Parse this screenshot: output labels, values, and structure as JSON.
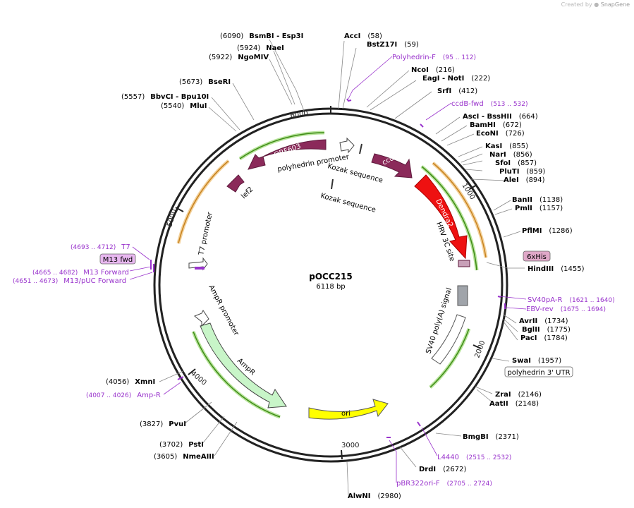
{
  "credit": {
    "prefix": "Created by",
    "brand": "SnapGene"
  },
  "plasmid": {
    "name": "pOCC215",
    "length_label": "6118 bp",
    "total_bp": 6118
  },
  "tick_labels": [
    "1000",
    "2000",
    "3000",
    "4000",
    "5000",
    "6000"
  ],
  "colors": {
    "enzyme_text": "#000000",
    "primer": "#9933cc",
    "orf_and_lef": "#8b2a5a",
    "ccdb": "#8b2a5a",
    "dendra": "#ee1111",
    "ampr": "#c8f5c8",
    "ori": "#ffff00",
    "orf_shadow": "#8fd16a",
    "promoter_arc": "#e8a640",
    "sv40": "#a0a4aa",
    "his_tag_fill": "#e0a8c8",
    "m13_fill": "#e8b8f0"
  },
  "enzymes": [
    {
      "name": "BsmBI - Esp3I",
      "pos": "(6090)"
    },
    {
      "name": "NaeI",
      "pos": "(5924)"
    },
    {
      "name": "NgoMIV",
      "pos": "(5922)"
    },
    {
      "name": "BseRI",
      "pos": "(5673)"
    },
    {
      "name": "BbvCI - Bpu10I",
      "pos": "(5557)"
    },
    {
      "name": "MluI",
      "pos": "(5540)"
    },
    {
      "name": "AccI",
      "pos": "(58)"
    },
    {
      "name": "BstZ17I",
      "pos": "(59)"
    },
    {
      "name": "NcoI",
      "pos": "(216)"
    },
    {
      "name": "EagI - NotI",
      "pos": "(222)"
    },
    {
      "name": "SrfI",
      "pos": "(412)"
    },
    {
      "name": "AscI - BssHII",
      "pos": "(664)"
    },
    {
      "name": "BamHI",
      "pos": "(672)"
    },
    {
      "name": "EcoNI",
      "pos": "(726)"
    },
    {
      "name": "KasI",
      "pos": "(855)"
    },
    {
      "name": "NarI",
      "pos": "(856)"
    },
    {
      "name": "SfoI",
      "pos": "(857)"
    },
    {
      "name": "PluTI",
      "pos": "(859)"
    },
    {
      "name": "AleI",
      "pos": "(894)"
    },
    {
      "name": "BanII",
      "pos": "(1138)"
    },
    {
      "name": "PmlI",
      "pos": "(1157)"
    },
    {
      "name": "PflMI",
      "pos": "(1286)"
    },
    {
      "name": "HindIII",
      "pos": "(1455)"
    },
    {
      "name": "AvrII",
      "pos": "(1734)"
    },
    {
      "name": "BglII",
      "pos": "(1775)"
    },
    {
      "name": "PacI",
      "pos": "(1784)"
    },
    {
      "name": "SwaI",
      "pos": "(1957)"
    },
    {
      "name": "ZraI",
      "pos": "(2146)"
    },
    {
      "name": "AatII",
      "pos": "(2148)"
    },
    {
      "name": "BmgBI",
      "pos": "(2371)"
    },
    {
      "name": "DrdI",
      "pos": "(2672)"
    },
    {
      "name": "AlwNI",
      "pos": "(2980)"
    },
    {
      "name": "XmnI",
      "pos": "(4056)"
    },
    {
      "name": "PvuI",
      "pos": "(3827)"
    },
    {
      "name": "PstI",
      "pos": "(3702)"
    },
    {
      "name": "NmeAIII",
      "pos": "(3605)"
    }
  ],
  "primers": [
    {
      "name": "Polyhedrin-F",
      "range": "(95 .. 112)"
    },
    {
      "name": "ccdB-fwd",
      "range": "(513 .. 532)"
    },
    {
      "name": "SV40pA-R",
      "range": "(1621 .. 1640)"
    },
    {
      "name": "EBV-rev",
      "range": "(1675 .. 1694)"
    },
    {
      "name": "L4440",
      "range": "(2515 .. 2532)"
    },
    {
      "name": "pBR322ori-F",
      "range": "(2705 .. 2724)"
    },
    {
      "name": "Amp-R",
      "range": "(4007 .. 4026)"
    },
    {
      "name": "T7",
      "range": "(4693 .. 4712)"
    },
    {
      "name": "M13 Forward",
      "range": "(4665 .. 4682)"
    },
    {
      "name": "M13/pUC Forward",
      "range": "(4651 .. 4673)"
    }
  ],
  "boxed_labels": {
    "his": "6xHis",
    "m13": "M13 fwd",
    "utr": "polyhedrin 3' UTR"
  },
  "features": {
    "orf603": "ORF603",
    "lef2": "lef2",
    "ccdb": "ccdB",
    "dendra2": "Dendra2",
    "ampr": "AmpR",
    "ori": "ori",
    "polyhedrin_promoter": "polyhedrin promoter",
    "kozak1": "Kozak sequence",
    "kozak2": "Kozak sequence",
    "hrv": "HRV 3C site",
    "sv40": "SV40 poly(A) signal",
    "ampr_promoter": "AmpR promoter",
    "t7_promoter": "T7 promoter"
  }
}
